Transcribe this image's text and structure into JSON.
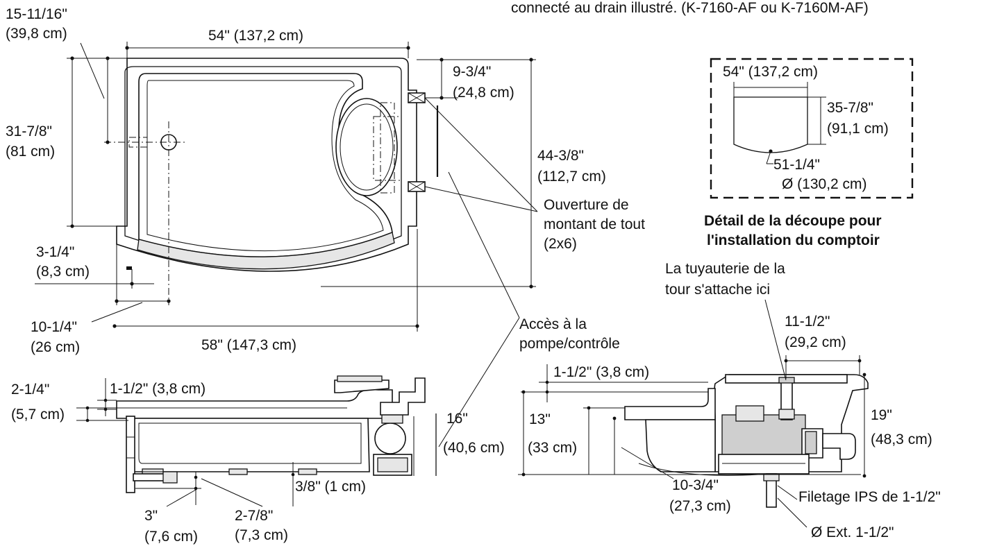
{
  "note_top": "connecté au drain illustré. (K-7160-AF ou K-7160M-AF)",
  "plan": {
    "dim_15_in": "15-11/16\"",
    "dim_15_cm": "(39,8 cm)",
    "dim_54": "54\" (137,2 cm)",
    "dim_31_in": "31-7/8\"",
    "dim_31_cm": "(81 cm)",
    "dim_9_in": "9-3/4\"",
    "dim_9_cm": "(24,8 cm)",
    "dim_44_in": "44-3/8\"",
    "dim_44_cm": "(112,7 cm)",
    "opening_1": "Ouverture de",
    "opening_2": "montant de tout",
    "opening_3": "(2x6)",
    "dim_3_in": "3-1/4\"",
    "dim_3_cm": "(8,3 cm)",
    "dim_10_in": "10-1/4\"",
    "dim_10_cm": "(26 cm)",
    "dim_58": "58\" (147,3 cm)"
  },
  "detail": {
    "dim_54": "54\" (137,2 cm)",
    "dim_35_in": "35-7/8\"",
    "dim_35_cm": "(91,1 cm)",
    "dim_51_in": "51-1/4\"",
    "dim_51_cm": "Ø (130,2 cm)",
    "caption_1": "Détail de la découpe pour",
    "caption_2": "l'installation du comptoir"
  },
  "front": {
    "dim_2_in": "2-1/4\"",
    "dim_2_cm": "(5,7 cm)",
    "dim_112": "1-1/2\" (3,8 cm)",
    "dim_16_in": "16\"",
    "dim_16_cm": "(40,6 cm)",
    "dim_38": "3/8\" (1 cm)",
    "dim_3_in": "3\"",
    "dim_3_cm": "(7,6 cm)",
    "dim_278_in": "2-7/8\"",
    "dim_278_cm": "(7,3 cm)"
  },
  "pump_access_1": "Accès à la",
  "pump_access_2": "pompe/contrôle",
  "side": {
    "tower_1": "La tuyauterie de la",
    "tower_2": "tour s'attache ici",
    "dim_1112_in": "11-1/2\"",
    "dim_1112_cm": "(29,2 cm)",
    "dim_112": "1-1/2\" (3,8 cm)",
    "dim_13_in": "13\"",
    "dim_13_cm": "(33 cm)",
    "dim_19_in": "19\"",
    "dim_19_cm": "(48,3 cm)",
    "dim_1034_in": "10-3/4\"",
    "dim_1034_cm": "(27,3 cm)",
    "thread": "Filetage IPS de 1-1/2\"",
    "ext": "Ø Ext. 1-1/2\""
  }
}
